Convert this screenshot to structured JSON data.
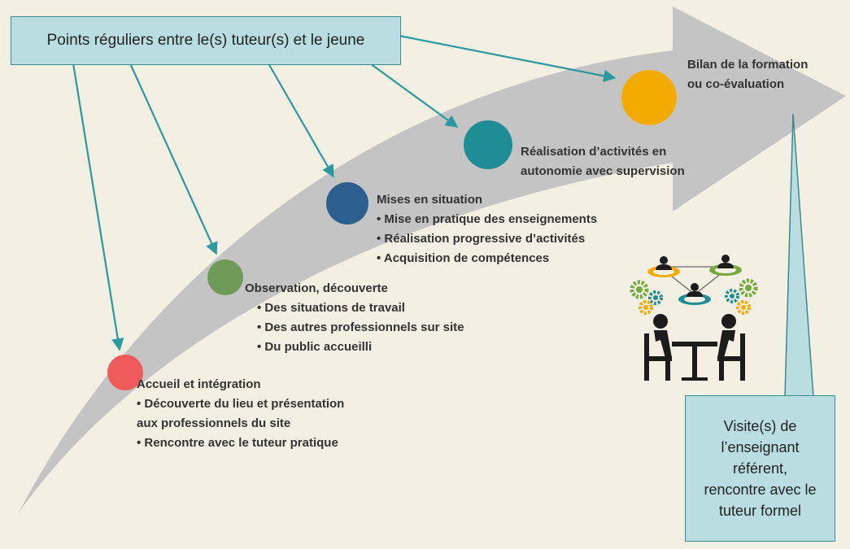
{
  "top_callout": {
    "text": "Points réguliers entre le(s) tuteur(s) et le jeune"
  },
  "side_callout": {
    "lines": [
      "Visite(s) de",
      "l’enseignant",
      "référent,",
      "rencontre avec le",
      "tuteur formel"
    ]
  },
  "stages": [
    {
      "id": "accueil",
      "color": "#ef5b5b",
      "title": "Accueil et intégration",
      "items": [
        "• Découverte du lieu et présentation",
        "aux professionnels du site",
        "• Rencontre avec le tuteur pratique"
      ]
    },
    {
      "id": "observation",
      "color": "#6f9a57",
      "title": "Observation, découverte",
      "items": [
        "• Des situations de travail",
        "• Des autres professionnels sur site",
        "• Du public accueilli"
      ]
    },
    {
      "id": "mises",
      "color": "#2c5f8e",
      "title": "Mises en situation",
      "items": [
        "• Mise en pratique des enseignements",
        "• Réalisation progressive d’activités",
        "• Acquisition de compétences"
      ]
    },
    {
      "id": "realisation",
      "color": "#1f8e94",
      "title": "Réalisation d’activités en",
      "items": [
        "autonomie avec supervision"
      ]
    },
    {
      "id": "bilan",
      "color": "#f4ab00",
      "title": "Bilan de la formation",
      "items": [
        "ou co-évaluation"
      ]
    }
  ],
  "colors": {
    "background": "#f3efe2",
    "arrow": "#c4c4c4",
    "connector": "#2a9aa0",
    "callout_fill": "#b9dde0",
    "callout_border": "#3a8a8e",
    "icon_orange": "#f4ab00",
    "icon_green": "#74a93e",
    "icon_teal": "#1f8e94",
    "icon_dark": "#1c1c1c"
  }
}
